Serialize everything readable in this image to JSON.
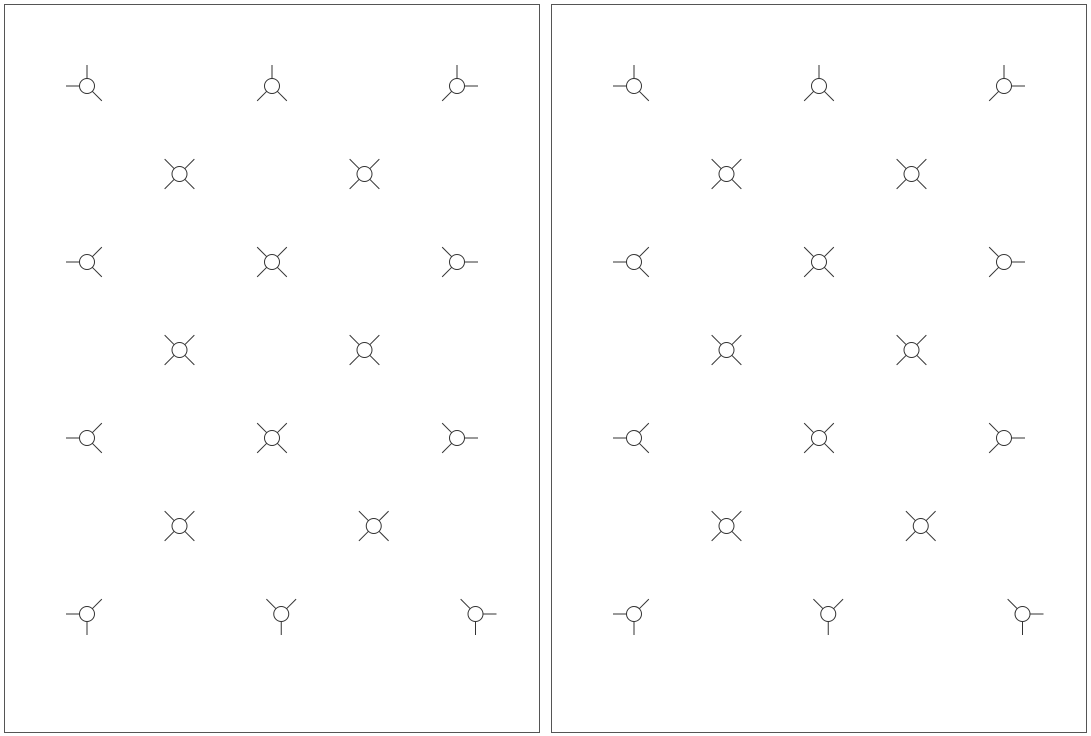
{
  "figure": {
    "line_color": "#333333",
    "background_color": "#ffffff",
    "panels": [
      {
        "id": "left",
        "nodes": [
          {
            "row": 0,
            "col": 0,
            "arms": [
              "W",
              "N",
              "SE"
            ]
          },
          {
            "row": 0,
            "col": 2,
            "arms": [
              "N",
              "SW",
              "SE"
            ]
          },
          {
            "row": 0,
            "col": 4,
            "arms": [
              "N",
              "E",
              "SW"
            ]
          },
          {
            "row": 1,
            "col": 1,
            "arms": [
              "NW",
              "NE",
              "SW",
              "SE"
            ]
          },
          {
            "row": 1,
            "col": 3,
            "arms": [
              "NW",
              "NE",
              "SW",
              "SE"
            ]
          },
          {
            "row": 2,
            "col": 0,
            "arms": [
              "W",
              "NE",
              "SE"
            ]
          },
          {
            "row": 2,
            "col": 2,
            "arms": [
              "NW",
              "NE",
              "SW",
              "SE"
            ]
          },
          {
            "row": 2,
            "col": 4,
            "arms": [
              "E",
              "NW",
              "SW"
            ]
          },
          {
            "row": 3,
            "col": 1,
            "arms": [
              "NW",
              "NE",
              "SW",
              "SE"
            ]
          },
          {
            "row": 3,
            "col": 3,
            "arms": [
              "NW",
              "NE",
              "SW",
              "SE"
            ]
          },
          {
            "row": 4,
            "col": 0,
            "arms": [
              "W",
              "NE",
              "SE"
            ]
          },
          {
            "row": 4,
            "col": 2,
            "arms": [
              "NW",
              "NE",
              "SW",
              "SE"
            ]
          },
          {
            "row": 4,
            "col": 4,
            "arms": [
              "E",
              "NW",
              "SW"
            ]
          },
          {
            "row": 5,
            "col": 1,
            "arms": [
              "NW",
              "NE",
              "SW",
              "SE"
            ]
          },
          {
            "row": 5,
            "col": 3.1,
            "arms": [
              "NW",
              "NE",
              "SW",
              "SE"
            ]
          },
          {
            "row": 6,
            "col": 0,
            "arms": [
              "W",
              "S",
              "NE"
            ]
          },
          {
            "row": 6,
            "col": 2.1,
            "arms": [
              "S",
              "NW",
              "NE"
            ]
          },
          {
            "row": 6,
            "col": 4.2,
            "arms": [
              "E",
              "S",
              "NW"
            ]
          }
        ]
      },
      {
        "id": "right",
        "nodes": [
          {
            "row": 0,
            "col": 0,
            "arms": [
              "W",
              "N",
              "SE"
            ]
          },
          {
            "row": 0,
            "col": 2,
            "arms": [
              "N",
              "SW",
              "SE"
            ]
          },
          {
            "row": 0,
            "col": 4,
            "arms": [
              "N",
              "E",
              "SW"
            ]
          },
          {
            "row": 1,
            "col": 1,
            "arms": [
              "NW",
              "NE",
              "SW",
              "SE"
            ]
          },
          {
            "row": 1,
            "col": 3,
            "arms": [
              "NW",
              "NE",
              "SW",
              "SE"
            ]
          },
          {
            "row": 2,
            "col": 0,
            "arms": [
              "W",
              "NE",
              "SE"
            ]
          },
          {
            "row": 2,
            "col": 2,
            "arms": [
              "NW",
              "NE",
              "SW",
              "SE"
            ]
          },
          {
            "row": 2,
            "col": 4,
            "arms": [
              "E",
              "NW",
              "SW"
            ]
          },
          {
            "row": 3,
            "col": 1,
            "arms": [
              "NW",
              "NE",
              "SW",
              "SE"
            ]
          },
          {
            "row": 3,
            "col": 3,
            "arms": [
              "NW",
              "NE",
              "SW",
              "SE"
            ]
          },
          {
            "row": 4,
            "col": 0,
            "arms": [
              "W",
              "NE",
              "SE"
            ]
          },
          {
            "row": 4,
            "col": 2,
            "arms": [
              "NW",
              "NE",
              "SW",
              "SE"
            ]
          },
          {
            "row": 4,
            "col": 4,
            "arms": [
              "E",
              "NW",
              "SW"
            ]
          },
          {
            "row": 5,
            "col": 1,
            "arms": [
              "NW",
              "NE",
              "SW",
              "SE"
            ]
          },
          {
            "row": 5,
            "col": 3.1,
            "arms": [
              "NW",
              "NE",
              "SW",
              "SE"
            ]
          },
          {
            "row": 6,
            "col": 0,
            "arms": [
              "W",
              "S",
              "NE"
            ]
          },
          {
            "row": 6,
            "col": 2.1,
            "arms": [
              "S",
              "NW",
              "NE"
            ]
          },
          {
            "row": 6,
            "col": 4.2,
            "arms": [
              "E",
              "S",
              "NW"
            ]
          }
        ]
      }
    ]
  }
}
